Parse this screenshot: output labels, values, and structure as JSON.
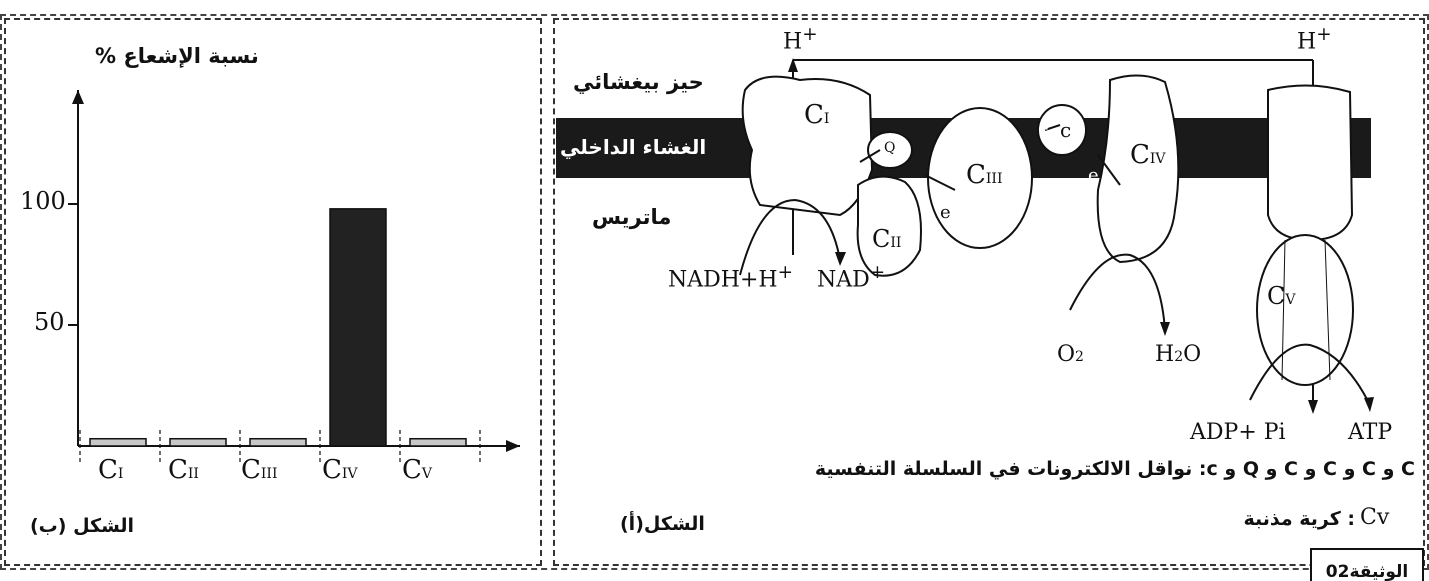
{
  "panel_b": {
    "y_axis_label": "نسبة الإشعاع %",
    "y_ticks": [
      "100",
      "50"
    ],
    "caption": "الشكل (ب)"
  },
  "chart_data": {
    "type": "bar",
    "categories": [
      "C_I",
      "C_II",
      "C_III",
      "C_IV",
      "C_V"
    ],
    "values": [
      3,
      3,
      3,
      98,
      3
    ],
    "ylabel": "نسبة الإشعاع %",
    "ylim": [
      0,
      140
    ],
    "grid": false,
    "bar_colors": [
      "#c8c8c8",
      "#c8c8c8",
      "#c8c8c8",
      "#222222",
      "#c8c8c8"
    ]
  },
  "panel_a": {
    "space_label": "حيز بيغشائي",
    "membrane_label": "الغشاء الداخلي",
    "matrix_label": "ماتريس",
    "h_plus": "H",
    "nadh": "NADH+H",
    "nad": "NAD",
    "o2": "O",
    "h2o": "H",
    "adp": "ADP+ Pi",
    "atp": "ATP",
    "electron": "e",
    "q": "Q",
    "c": "c",
    "legend_line1": "C و C و C و C و Q و c: نواقل الالكترونات في السلسلة التنفسية",
    "legend_line2": ": كرية مذنبة",
    "cv_label": "Cv",
    "caption": "الشكل(أ)"
  },
  "doc_tag": "الوثيقة02",
  "colors": {
    "membrane": "#1a1a1a",
    "line": "#111111"
  }
}
